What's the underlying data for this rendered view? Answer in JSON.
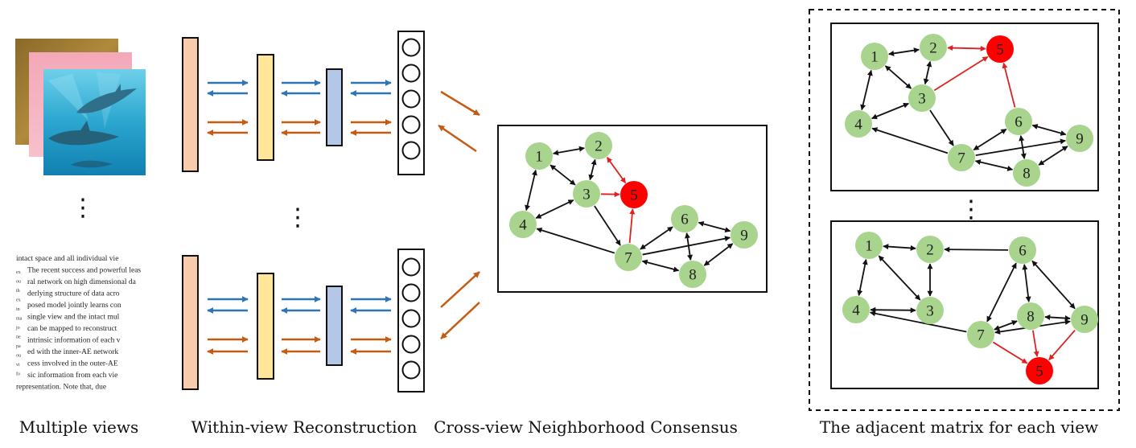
{
  "captions": {
    "views": "Multiple views",
    "within": "Within-view Reconstruction",
    "cross": "Cross-view Neighborhood Consensus",
    "adjacent": "The adjacent matrix for each view"
  },
  "text_view_lines": [
    "intact space and all individual vie",
    "The recent success and powerful leas",
    "ral network on high dimensional da",
    "derlying structure of data acro",
    "posed model jointly learns con",
    "single view and the intact mul",
    "can be mapped to reconstruct",
    "intrinsic information of each v",
    "ed with the inner-AE network",
    "cess involved in the outer-AE",
    "sic information from each vie",
    "representation. Note that, due"
  ],
  "text_view_margin_fragments": [
    "ex",
    "ou",
    "th",
    "ex",
    "in",
    "ma",
    "jo",
    "ne",
    "pa",
    "ou",
    "vi",
    "fo"
  ],
  "ellipsis": "⋮",
  "colors": {
    "node_green": "#a8d48e",
    "node_red": "#ff0000",
    "edge_black": "#111111",
    "edge_red": "#e02020",
    "arrow_blue": "#2e75b6",
    "arrow_orange": "#c55a11",
    "layer_salmon": "#f8cbad",
    "layer_yellow": "#ffe699",
    "layer_blue": "#b4c7e7"
  },
  "graphs": {
    "consensus": {
      "nodes": [
        {
          "id": "1",
          "color": "green"
        },
        {
          "id": "2",
          "color": "green"
        },
        {
          "id": "3",
          "color": "green"
        },
        {
          "id": "4",
          "color": "green"
        },
        {
          "id": "5",
          "color": "red"
        },
        {
          "id": "6",
          "color": "green"
        },
        {
          "id": "7",
          "color": "green"
        },
        {
          "id": "8",
          "color": "green"
        },
        {
          "id": "9",
          "color": "green"
        }
      ],
      "edges": [
        {
          "from": "1",
          "to": "2",
          "bi": true,
          "red": false
        },
        {
          "from": "1",
          "to": "3",
          "bi": true,
          "red": false
        },
        {
          "from": "1",
          "to": "4",
          "bi": true,
          "red": false
        },
        {
          "from": "2",
          "to": "3",
          "bi": true,
          "red": false
        },
        {
          "from": "3",
          "to": "4",
          "bi": true,
          "red": false
        },
        {
          "from": "2",
          "to": "5",
          "bi": true,
          "red": true
        },
        {
          "from": "3",
          "to": "5",
          "bi": false,
          "red": true
        },
        {
          "from": "7",
          "to": "5",
          "bi": false,
          "red": true
        },
        {
          "from": "3",
          "to": "7",
          "bi": false,
          "red": false
        },
        {
          "from": "7",
          "to": "4",
          "bi": false,
          "red": false
        },
        {
          "from": "7",
          "to": "6",
          "bi": true,
          "red": false
        },
        {
          "from": "6",
          "to": "8",
          "bi": true,
          "red": false
        },
        {
          "from": "6",
          "to": "9",
          "bi": true,
          "red": false
        },
        {
          "from": "7",
          "to": "9",
          "bi": false,
          "red": false
        },
        {
          "from": "7",
          "to": "8",
          "bi": true,
          "red": false
        },
        {
          "from": "8",
          "to": "9",
          "bi": true,
          "red": false
        }
      ]
    },
    "adjacent_top": {
      "nodes": [
        {
          "id": "1",
          "color": "green"
        },
        {
          "id": "2",
          "color": "green"
        },
        {
          "id": "5",
          "color": "red"
        },
        {
          "id": "3",
          "color": "green"
        },
        {
          "id": "4",
          "color": "green"
        },
        {
          "id": "6",
          "color": "green"
        },
        {
          "id": "9",
          "color": "green"
        },
        {
          "id": "7",
          "color": "green"
        },
        {
          "id": "8",
          "color": "green"
        }
      ],
      "edges": [
        {
          "from": "1",
          "to": "2",
          "bi": true,
          "red": false
        },
        {
          "from": "1",
          "to": "3",
          "bi": true,
          "red": false
        },
        {
          "from": "1",
          "to": "4",
          "bi": true,
          "red": false
        },
        {
          "from": "2",
          "to": "3",
          "bi": true,
          "red": false
        },
        {
          "from": "3",
          "to": "4",
          "bi": true,
          "red": false
        },
        {
          "from": "2",
          "to": "5",
          "bi": true,
          "red": true
        },
        {
          "from": "3",
          "to": "5",
          "bi": false,
          "red": true
        },
        {
          "from": "6",
          "to": "5",
          "bi": false,
          "red": true
        },
        {
          "from": "3",
          "to": "7",
          "bi": false,
          "red": false
        },
        {
          "from": "7",
          "to": "4",
          "bi": false,
          "red": false
        },
        {
          "from": "7",
          "to": "6",
          "bi": true,
          "red": false
        },
        {
          "from": "6",
          "to": "9",
          "bi": true,
          "red": false
        },
        {
          "from": "6",
          "to": "8",
          "bi": true,
          "red": false
        },
        {
          "from": "7",
          "to": "9",
          "bi": false,
          "red": false
        },
        {
          "from": "7",
          "to": "8",
          "bi": true,
          "red": false
        },
        {
          "from": "8",
          "to": "9",
          "bi": true,
          "red": false
        }
      ]
    },
    "adjacent_bottom": {
      "nodes": [
        {
          "id": "1",
          "color": "green"
        },
        {
          "id": "2",
          "color": "green"
        },
        {
          "id": "6",
          "color": "green"
        },
        {
          "id": "4",
          "color": "green"
        },
        {
          "id": "3",
          "color": "green"
        },
        {
          "id": "8",
          "color": "green"
        },
        {
          "id": "9",
          "color": "green"
        },
        {
          "id": "7",
          "color": "green"
        },
        {
          "id": "5",
          "color": "red"
        }
      ],
      "edges": [
        {
          "from": "1",
          "to": "2",
          "bi": true,
          "red": false
        },
        {
          "from": "1",
          "to": "3",
          "bi": true,
          "red": false
        },
        {
          "from": "1",
          "to": "4",
          "bi": true,
          "red": false
        },
        {
          "from": "2",
          "to": "3",
          "bi": true,
          "red": false
        },
        {
          "from": "3",
          "to": "4",
          "bi": true,
          "red": false
        },
        {
          "from": "6",
          "to": "2",
          "bi": false,
          "red": false
        },
        {
          "from": "6",
          "to": "7",
          "bi": true,
          "red": false
        },
        {
          "from": "6",
          "to": "8",
          "bi": true,
          "red": false
        },
        {
          "from": "6",
          "to": "9",
          "bi": true,
          "red": false
        },
        {
          "from": "7",
          "to": "4",
          "bi": false,
          "red": false
        },
        {
          "from": "7",
          "to": "8",
          "bi": true,
          "red": false
        },
        {
          "from": "7",
          "to": "9",
          "bi": true,
          "red": false
        },
        {
          "from": "8",
          "to": "9",
          "bi": true,
          "red": false
        },
        {
          "from": "7",
          "to": "5",
          "bi": false,
          "red": true
        },
        {
          "from": "8",
          "to": "5",
          "bi": false,
          "red": true
        },
        {
          "from": "9",
          "to": "5",
          "bi": false,
          "red": true
        }
      ]
    }
  }
}
